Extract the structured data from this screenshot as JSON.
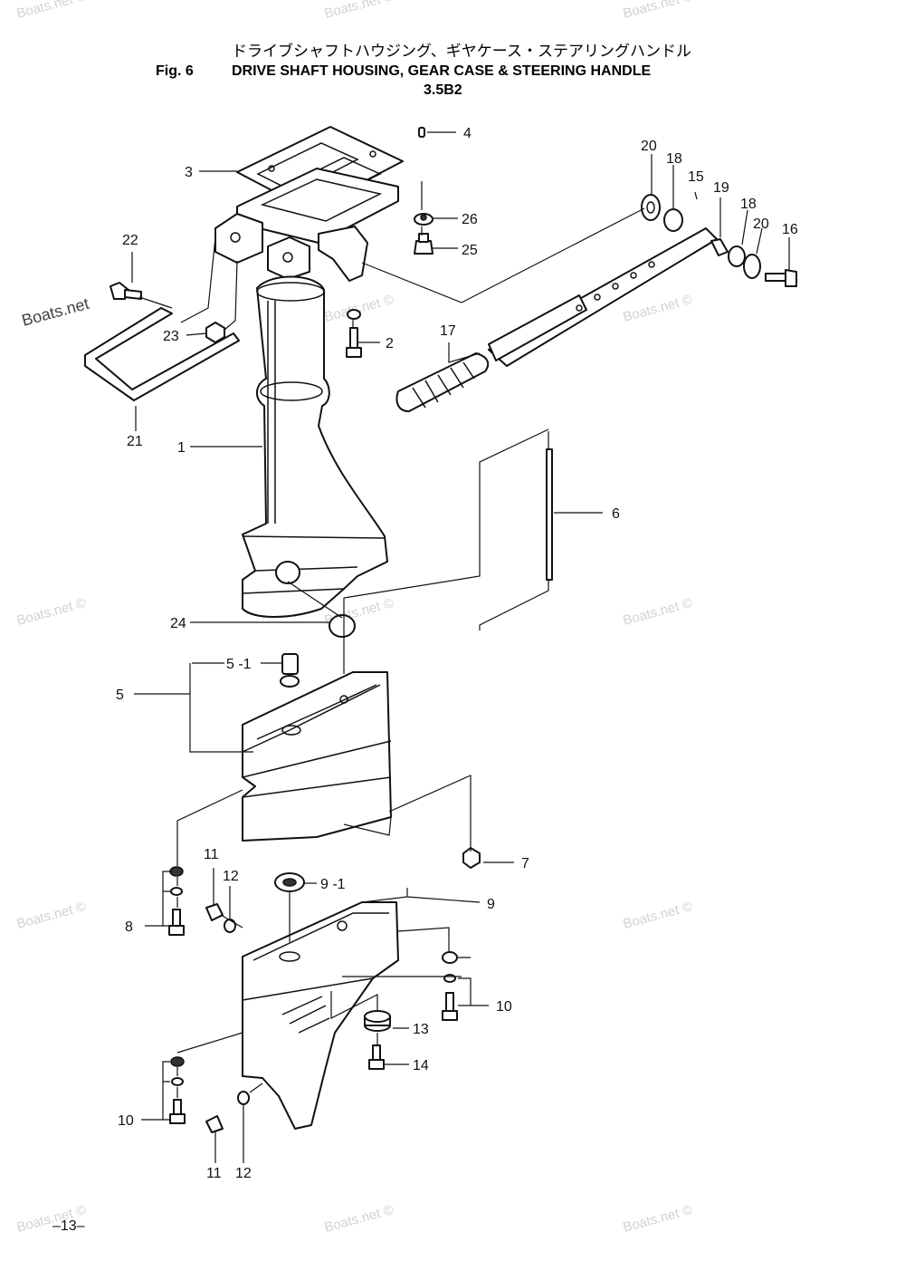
{
  "header": {
    "title_jp": "ドライブシャフトハウジング、ギヤケース・ステアリングハンドル",
    "fig_label": "Fig. 6",
    "title_en": "DRIVE SHAFT HOUSING, GEAR CASE & STEERING HANDLE",
    "model": "3.5B2"
  },
  "watermark": "Boats.net ©",
  "side_watermark": "Boats.net",
  "page_number": "–13–",
  "callouts": {
    "c1": "1",
    "c2": "2",
    "c3": "3",
    "c4": "4",
    "c5": "5",
    "c5_1": "5 -1",
    "c6": "6",
    "c7": "7",
    "c8": "8",
    "c9": "9",
    "c9_1": "9 -1",
    "c10a": "10",
    "c10b": "10",
    "c11a": "11",
    "c11b": "11",
    "c12a": "12",
    "c12b": "12",
    "c13": "13",
    "c14": "14",
    "c15": "15",
    "c16": "16",
    "c17": "17",
    "c18a": "18",
    "c18b": "18",
    "c19": "19",
    "c20a": "20",
    "c20b": "20",
    "c21": "21",
    "c22": "22",
    "c23": "23",
    "c24": "24",
    "c25": "25",
    "c26": "26"
  }
}
